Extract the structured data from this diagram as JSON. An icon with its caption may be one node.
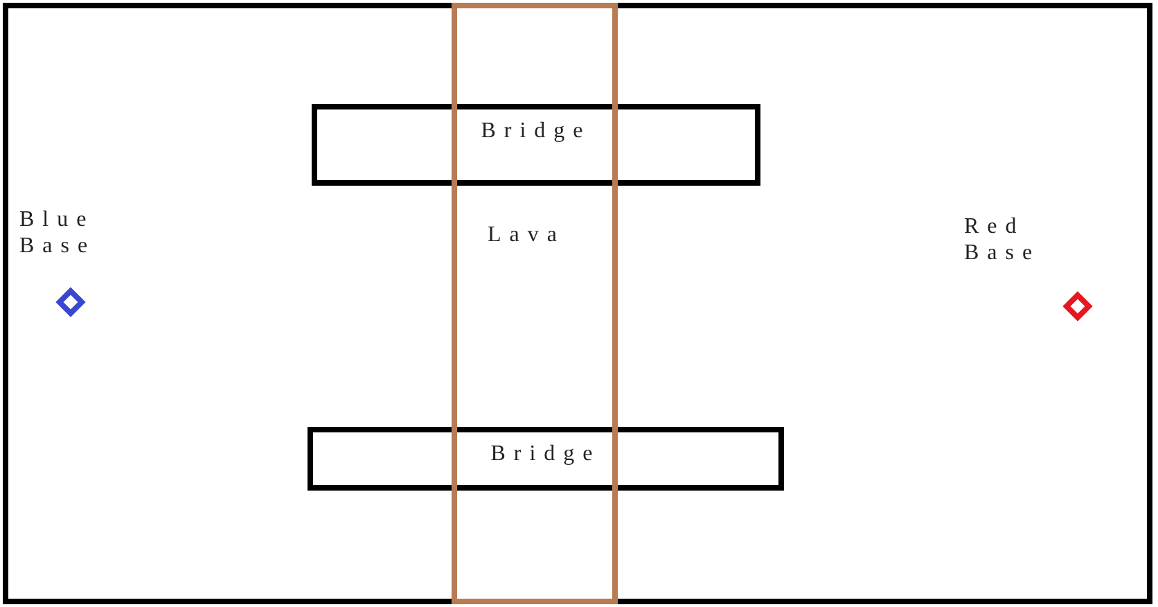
{
  "diagram": {
    "nodes": [
      {
        "text": [],
        "shape": "box"
      },
      {
        "text": [
          "Lava"
        ],
        "in": 0
      },
      {
        "text": [
          "Bridge"
        ],
        "in": 0
      },
      {
        "text": [
          "Bridge"
        ],
        "in": 0
      },
      {
        "text": [
          "Blue Base"
        ],
        "in": 0
      },
      {
        "text": [
          "Red Base"
        ],
        "in": 0
      }
    ],
    "edges": []
  }
}
